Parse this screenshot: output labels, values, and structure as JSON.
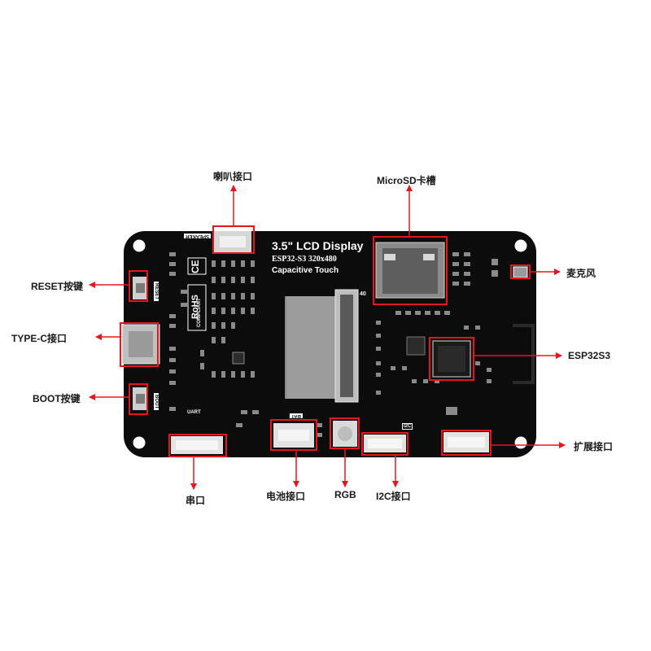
{
  "board": {
    "title": "3.5\" LCD Display",
    "subtitle": "ESP32-S3  320x480",
    "touch": "Capacitive Touch",
    "silk": {
      "speaker": "SPEAKER",
      "reset": "RESET",
      "boot": "BOOT",
      "uart": "UART",
      "bat": "BAT",
      "i2c": "I2C",
      "compliant": "COMPLIANT",
      "rohs": "RoHS",
      "ce": "CE",
      "fpc_pin": "40"
    }
  },
  "callouts": {
    "speaker": "喇叭接口",
    "microsd": "MicroSD卡槽",
    "mic": "麦克风",
    "reset": "RESET按键",
    "typec": "TYPE-C接口",
    "esp32": "ESP32S3",
    "boot": "BOOT按键",
    "expansion": "扩展接口",
    "uart": "串口",
    "battery": "电池接口",
    "rgb": "RGB",
    "i2c": "I2C接口"
  },
  "colors": {
    "pcb": "#0c0c0c",
    "annotation": "#e8161c",
    "silkscreen": "#ffffff",
    "component": "#7a7a7a"
  }
}
